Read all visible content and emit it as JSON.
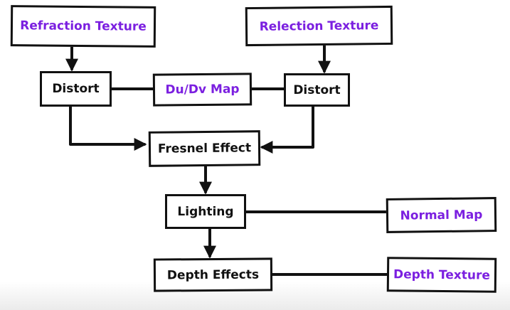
{
  "nodes": {
    "refraction_texture": "Refraction Texture",
    "reflection_texture": "Relection Texture",
    "distort_left": "Distort",
    "dudv_map": "Du/Dv Map",
    "distort_right": "Distort",
    "fresnel_effect": "Fresnel Effect",
    "lighting": "Lighting",
    "normal_map": "Normal Map",
    "depth_effects": "Depth Effects",
    "depth_texture": "Depth Texture"
  },
  "colors": {
    "input_text": "#7b1fe0",
    "process_text": "#111111",
    "stroke": "#111111",
    "background": "#ffffff"
  }
}
